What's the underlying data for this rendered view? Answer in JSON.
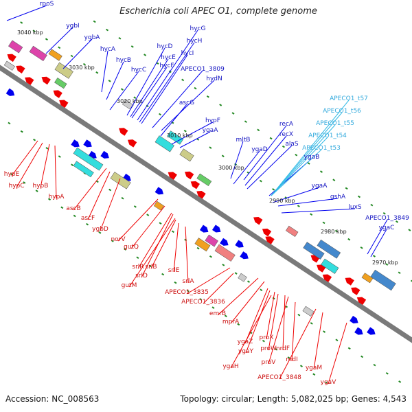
{
  "title": "Escherichia coli APEC O1, complete genome",
  "footer": {
    "accession": "Accession: NC_008563",
    "topology": "Topology: circular; Length: 5,082,025 bp; Genes: 4,543"
  },
  "colors": {
    "forward": "#0000ee",
    "reverse": "#ee0000",
    "rna": "#33bbe6",
    "backbone": "#777777",
    "tick": "#228822"
  },
  "scale_labels": [
    "3040 kbp",
    "3030 kbp",
    "3020 kbp",
    "3010 kbp",
    "3000 kbp",
    "2990 kbp",
    "2980 kbp",
    "2970 kbp"
  ],
  "labels_forward": [
    "rpoS",
    "ygbI",
    "ygbA",
    "hycA",
    "hycB",
    "hycC",
    "hycD",
    "hycE",
    "hycF",
    "hycG",
    "hycH",
    "hycI",
    "APECO1_3809",
    "hydN",
    "ascG",
    "hypF",
    "ygaA",
    "mltB",
    "recA",
    "recX",
    "alaS",
    "ygaD",
    "ygaB",
    "ygaA",
    "gshA",
    "luxS",
    "APECO1_3849",
    "ygaC"
  ],
  "labels_rna": [
    "APECO1_t57",
    "APECO1_t56",
    "APECO1_t55",
    "APECO1_t54",
    "APECO1_t53"
  ],
  "labels_reverse": [
    "hypE",
    "hypC",
    "hypB",
    "hypA",
    "ascB",
    "ascF",
    "ygbD",
    "norV",
    "gutQ",
    "srlR",
    "srlD",
    "gutM",
    "srlB",
    "srlE",
    "srlA",
    "APECO1_3835",
    "APECO1_3836",
    "emrB",
    "mprA",
    "ygaZ",
    "ygaY",
    "proX",
    "proW",
    "nrdF",
    "ygaH",
    "proV",
    "nrdI",
    "ygaM",
    "APECO1_3848",
    "ygaV"
  ]
}
